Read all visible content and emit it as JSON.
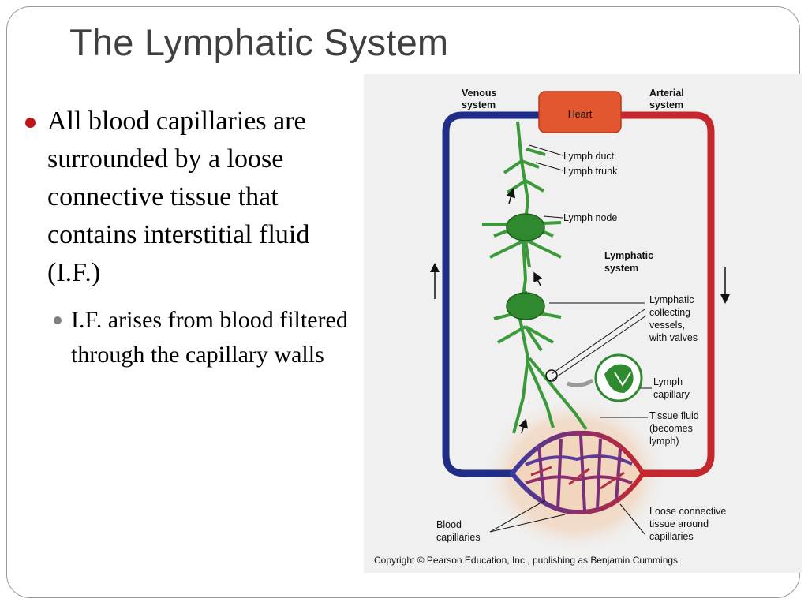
{
  "slide": {
    "title": "The Lymphatic System",
    "bullet_1": "All blood capillaries are surrounded by a loose connective tissue that contains interstitial fluid (I.F.)",
    "sub_bullet_1": "I.F. arises from blood filtered through the capillary walls"
  },
  "diagram": {
    "venous_1": "Venous",
    "venous_2": "system",
    "arterial_1": "Arterial",
    "arterial_2": "system",
    "heart": "Heart",
    "lymph_duct": "Lymph duct",
    "lymph_trunk": "Lymph trunk",
    "lymph_node": "Lymph node",
    "lymphatic_1": "Lymphatic",
    "lymphatic_2": "system",
    "collecting_1": "Lymphatic",
    "collecting_2": "collecting",
    "collecting_3": "vessels,",
    "collecting_4": "with valves",
    "capillary_1": "Lymph",
    "capillary_2": "capillary",
    "tissue_1": "Tissue fluid",
    "tissue_2": "(becomes",
    "tissue_3": "lymph)",
    "blood_1": "Blood",
    "blood_2": "capillaries",
    "loose_1": "Loose connective",
    "loose_2": "tissue around",
    "loose_3": "capillaries",
    "copyright": "Copyright © Pearson Education, Inc., publishing as Benjamin Cummings."
  },
  "colors": {
    "venous": "#2b3a8f",
    "arterial": "#c4282e",
    "heart": "#e2572f",
    "lymph": "#3a9a3a",
    "bullet_accent": "#c0151a"
  }
}
